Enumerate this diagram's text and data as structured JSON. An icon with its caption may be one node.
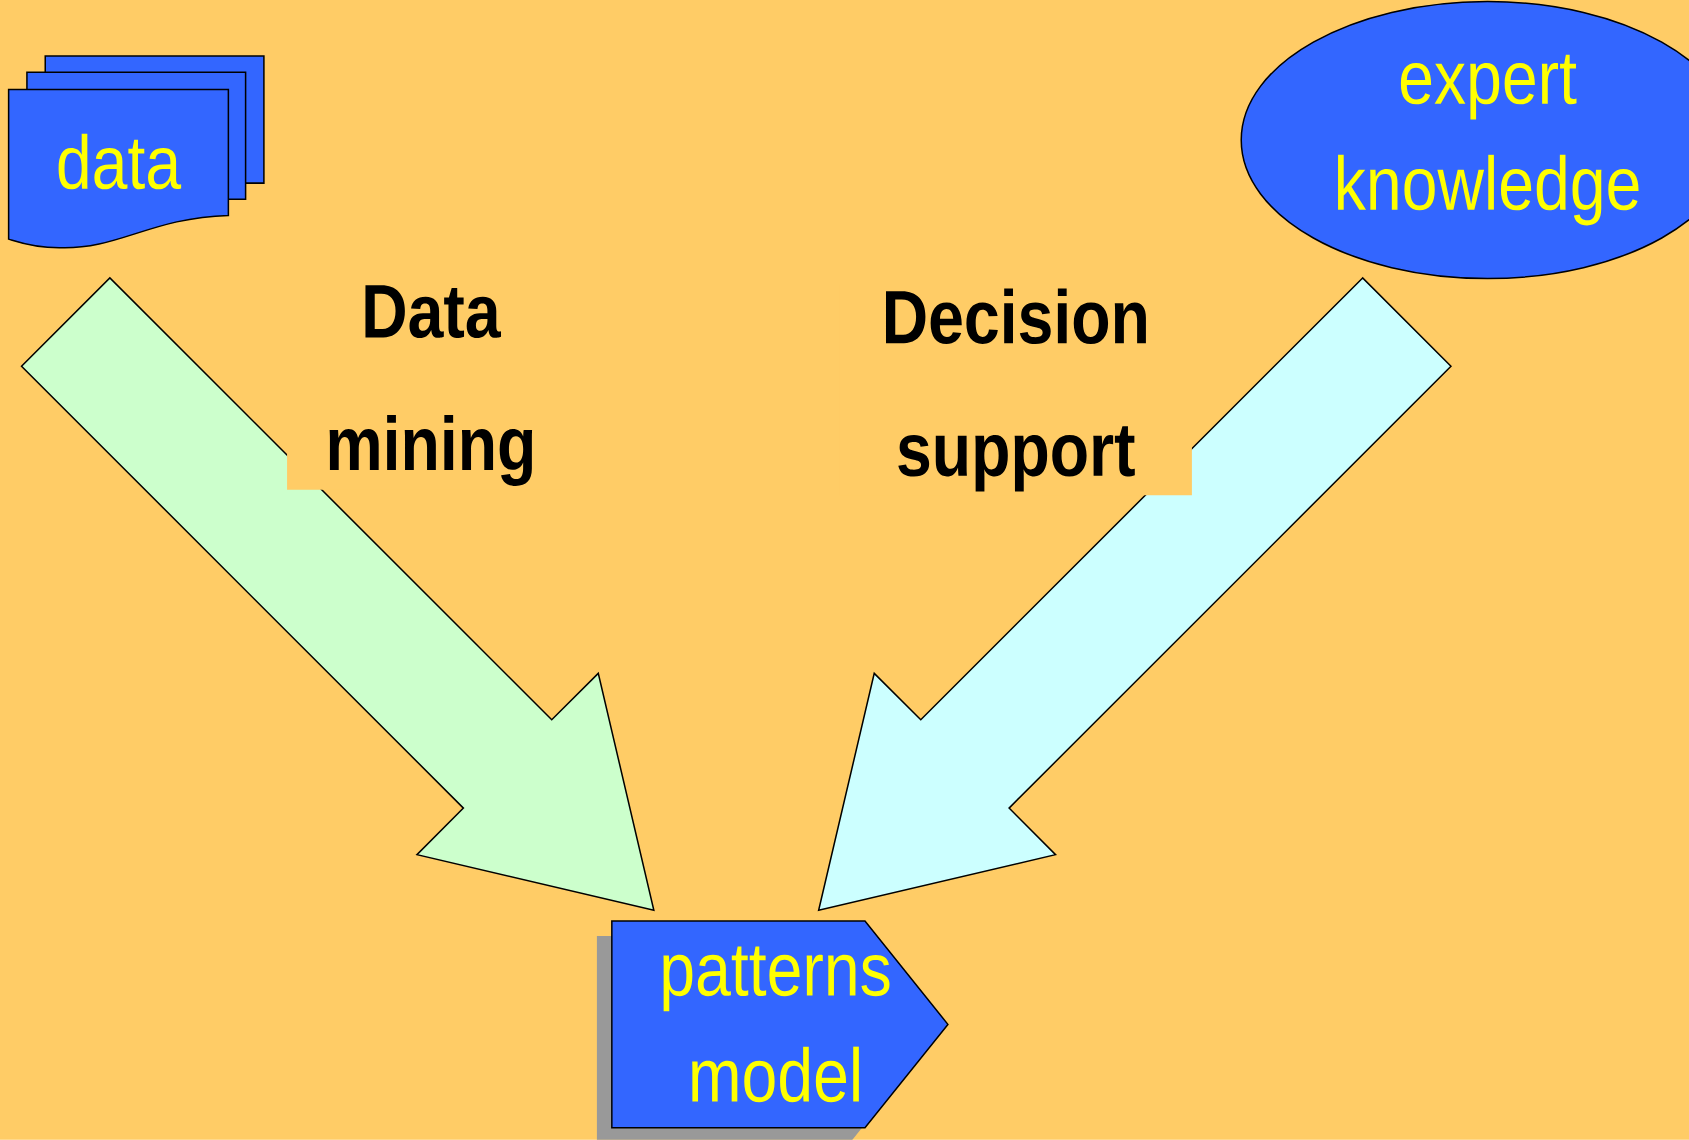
{
  "diagram": {
    "nodes": [
      {
        "text": [
          "data"
        ]
      },
      {
        "text": [
          "expert knowledge"
        ]
      },
      {
        "text": [
          "patterns model"
        ]
      }
    ],
    "edges": [
      {
        "from": 0,
        "to": 2,
        "arrow": "to",
        "label": "Data mining",
        "color": "#ccffcc"
      },
      {
        "from": 1,
        "to": 2,
        "arrow": "to",
        "label": "Decision support",
        "color": "#ccffff"
      }
    ]
  }
}
